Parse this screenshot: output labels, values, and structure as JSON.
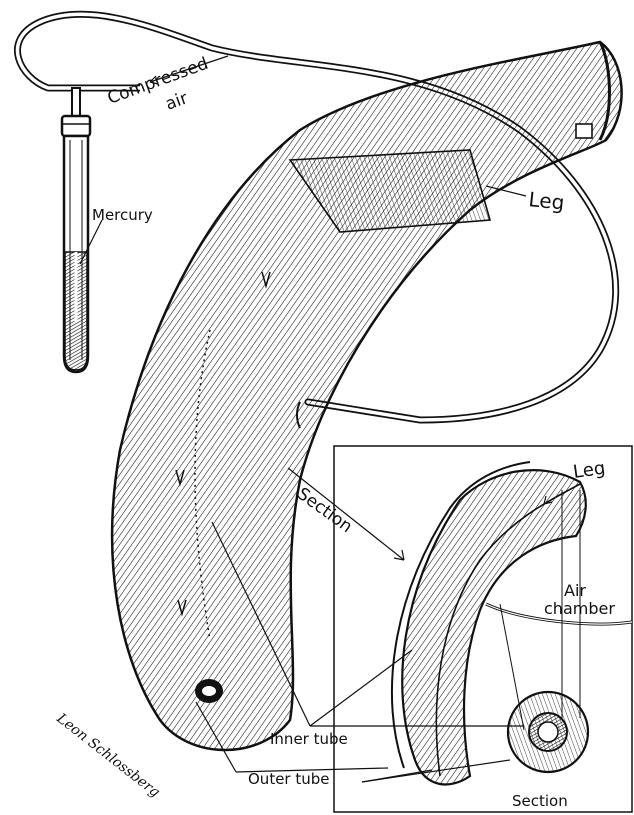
{
  "labels": {
    "compressed_line1": "Compressed",
    "compressed_line2": "air",
    "mercury": "Mercury",
    "leg_main": "Leg",
    "section_arrow": "Section",
    "leg_inset": "Leg",
    "air_line1": "Air",
    "air_line2": "chamber",
    "inner_tube": "Inner tube",
    "outer_tube": "Outer tube",
    "section_caption": "Section"
  },
  "signature": "Leon Schlossberg",
  "colors": {
    "ink": "#111111",
    "paper": "#ffffff"
  }
}
